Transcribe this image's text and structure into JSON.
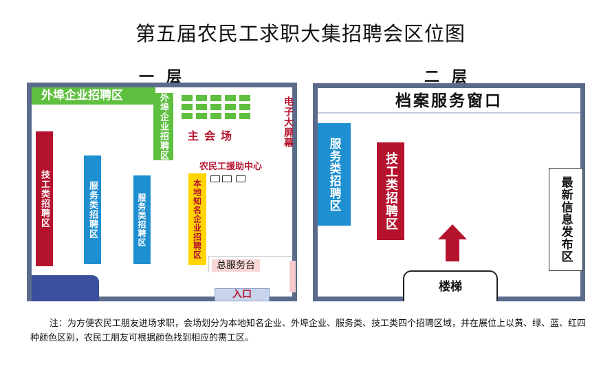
{
  "title": "第五届农民工求职大集招聘会区位图",
  "floor1": {
    "label": "一层",
    "waibu_top": "外埠企业招聘区",
    "waibu_side": "外埠企业招聘区",
    "main_venue": "主会场",
    "screen": "电子大屏幕",
    "aid_center": "农民工援助中心",
    "jigong": "技工类招聘区",
    "fuwu1": "服务类招聘区",
    "fuwu2": "服务类招聘区",
    "local": "本地知名企业招聘区",
    "desk": "总服务台",
    "entrance": "入口"
  },
  "floor2": {
    "label": "二层",
    "archive": "档案服务窗口",
    "fuwu": "服务类招聘区",
    "jigong": "技工类招聘区",
    "news": "最新信息发布区",
    "stairs": "楼梯"
  },
  "note": "注：为方便农民工朋友进场求职，会场划分为本地知名企业、外埠企业、服务类、技工类四个招聘区域，并在展位上以黄、绿、蓝、红四种颜色区别，农民工朋友可根据颜色找到相应的需工区。",
  "colors": {
    "green": "#5fbf3f",
    "blue": "#1e8fd0",
    "red": "#b5122e",
    "yellow": "#ffd400",
    "frame": "#5b6b8c"
  }
}
